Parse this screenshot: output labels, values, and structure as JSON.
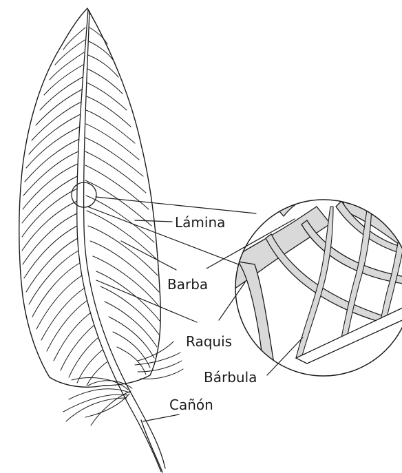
{
  "labels": {
    "lamina": "Lámina",
    "barba": "Barba",
    "raquis": "Raquis",
    "barbula": "Bárbula",
    "canon": "Cañón"
  },
  "colors": {
    "ink": "#1a1a1a",
    "background": "#ffffff",
    "magnified_fill": "#d9d9d9"
  }
}
